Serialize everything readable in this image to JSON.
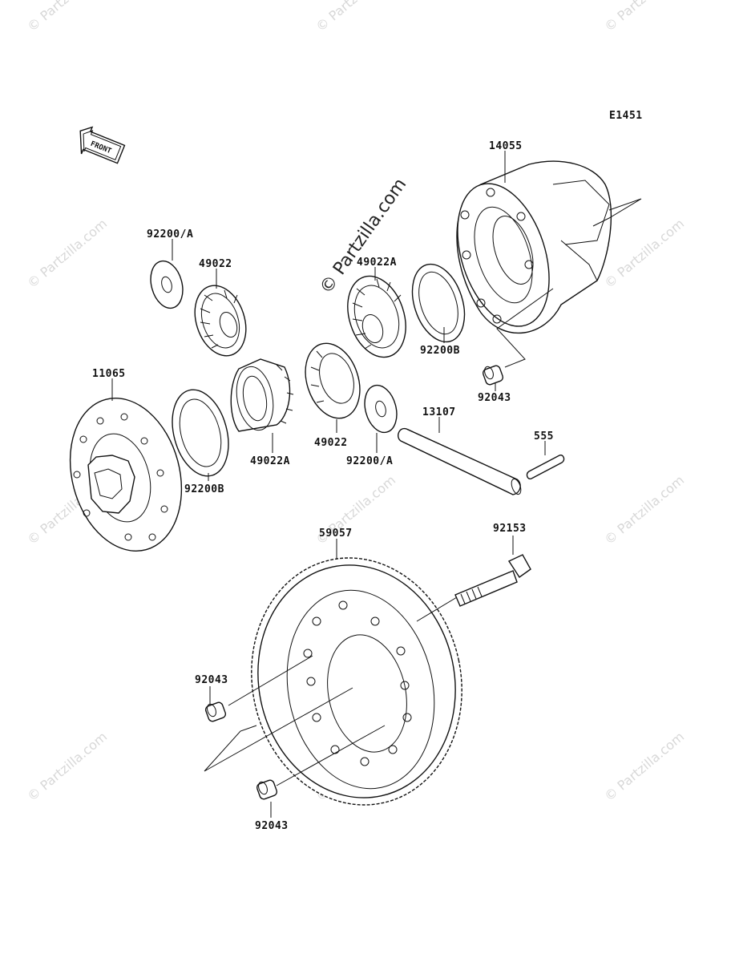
{
  "diagram_code": "E1451",
  "front_label": "FRONT",
  "watermark": "© Partzilla.com",
  "parts": {
    "p14055": "14055",
    "p92200A_top": "92200/A",
    "p49022_top": "49022",
    "p49022A_top": "49022A",
    "p92200B_right": "92200B",
    "p92043_right": "92043",
    "p11065": "11065",
    "p13107": "13107",
    "p555": "555",
    "p49022_mid": "49022",
    "p49022A_mid": "49022A",
    "p92200A_mid": "92200/A",
    "p92200B_left": "92200B",
    "p59057": "59057",
    "p92153": "92153",
    "p92043_left": "92043",
    "p92043_bottom": "92043"
  }
}
